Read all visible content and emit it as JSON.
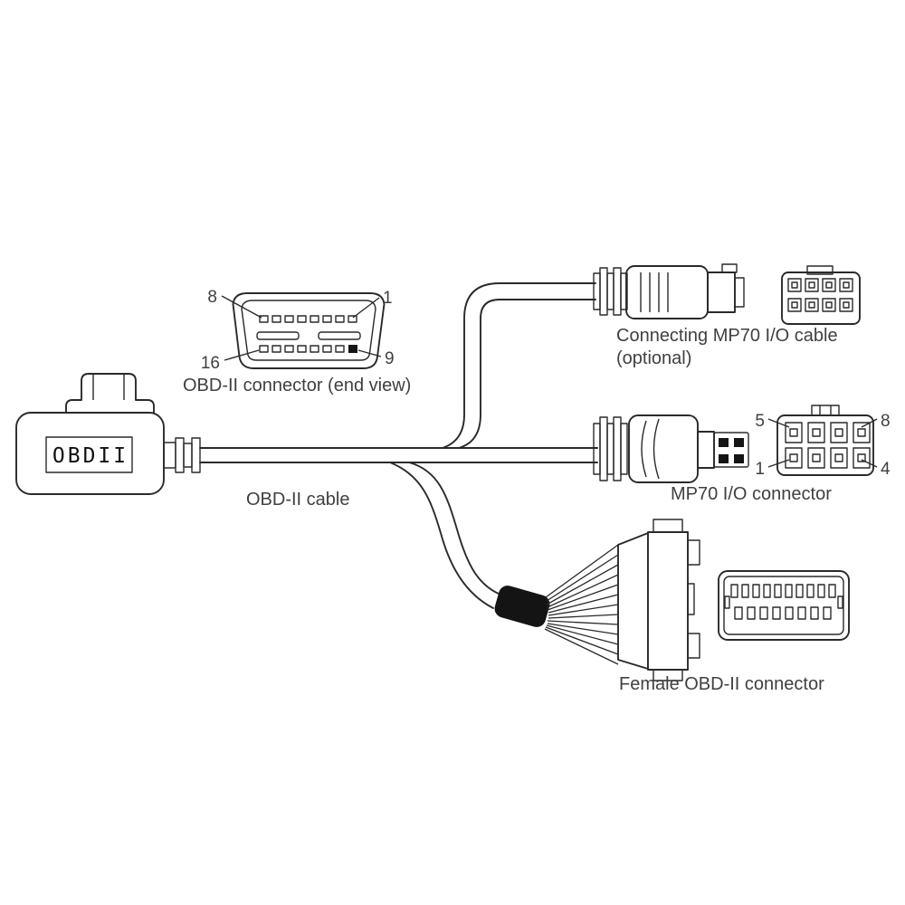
{
  "colors": {
    "line": "#2a2a2a",
    "text": "#404040",
    "dark_fill": "#141414",
    "background": "#ffffff"
  },
  "labels": {
    "obd2_end_view": "OBD-II connector (end view)",
    "obd2_cable": "OBD-II cable",
    "mp70_cable_line1": "Connecting MP70 I/O cable",
    "mp70_cable_line2": "(optional)",
    "mp70_connector": "MP70 I/O connector",
    "female_obd2": "Female OBD-II connector",
    "plug_text": "OBDII"
  },
  "pins": {
    "end_view": {
      "top_left": "8",
      "top_right": "1",
      "bottom_left": "16",
      "bottom_right": "9"
    },
    "mp70": {
      "top_left": "5",
      "top_right": "8",
      "bottom_left": "1",
      "bottom_right": "4"
    }
  }
}
